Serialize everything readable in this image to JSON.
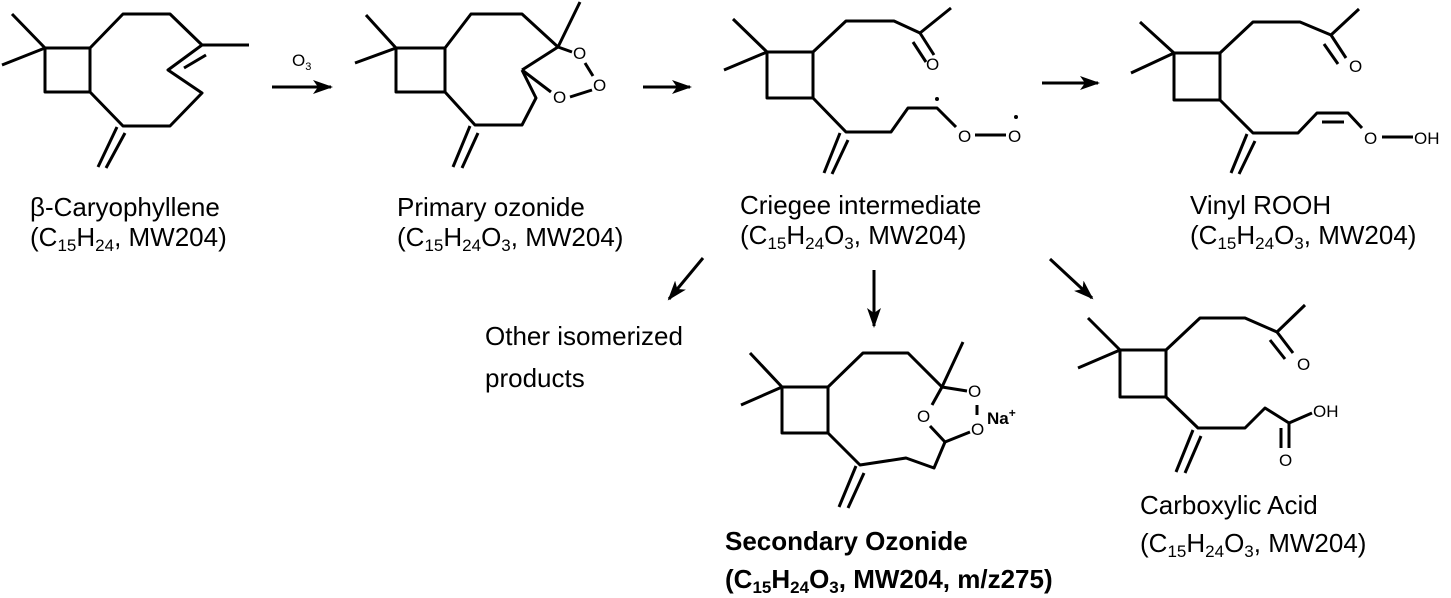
{
  "reagent": "O3",
  "compounds": {
    "caryophyllene": {
      "name": "β-Caryophyllene",
      "formula": [
        [
          "(C",
          0
        ],
        [
          "15",
          1
        ],
        [
          "H",
          0
        ],
        [
          "24",
          1
        ],
        [
          ", MW204)",
          0
        ]
      ]
    },
    "primary_ozonide": {
      "name": "Primary ozonide",
      "formula": [
        [
          "(C",
          0
        ],
        [
          "15",
          1
        ],
        [
          "H",
          0
        ],
        [
          "24",
          1
        ],
        [
          "O",
          0
        ],
        [
          "3",
          1
        ],
        [
          ", MW204)",
          0
        ]
      ]
    },
    "criegee": {
      "name": "Criegee intermediate",
      "formula": [
        [
          "(C",
          0
        ],
        [
          "15",
          1
        ],
        [
          "H",
          0
        ],
        [
          "24",
          1
        ],
        [
          "O",
          0
        ],
        [
          "3",
          1
        ],
        [
          ", MW204)",
          0
        ]
      ]
    },
    "vinyl_rooh": {
      "name": "Vinyl ROOH",
      "formula": [
        [
          "(C",
          0
        ],
        [
          "15",
          1
        ],
        [
          "H",
          0
        ],
        [
          "24",
          1
        ],
        [
          "O",
          0
        ],
        [
          "3",
          1
        ],
        [
          ", MW204)",
          0
        ]
      ]
    },
    "other": {
      "line1": "Other isomerized",
      "line2": "products"
    },
    "secondary_ozonide": {
      "name": "Secondary Ozonide",
      "formula": [
        [
          "(C",
          0
        ],
        [
          "15",
          1
        ],
        [
          "H",
          0
        ],
        [
          "24",
          1
        ],
        [
          "O",
          0
        ],
        [
          "3",
          1
        ],
        [
          ", MW204, m/z275)",
          0
        ]
      ]
    },
    "carboxylic_acid": {
      "name": "Carboxylic Acid",
      "formula": [
        [
          "(C",
          0
        ],
        [
          "15",
          1
        ],
        [
          "H",
          0
        ],
        [
          "24",
          1
        ],
        [
          "O",
          0
        ],
        [
          "3",
          1
        ],
        [
          ", MW204)",
          0
        ]
      ]
    }
  },
  "atoms": {
    "O": "O",
    "OH": "OH",
    "Na": "Na",
    "plus": "+",
    "three": "3"
  }
}
